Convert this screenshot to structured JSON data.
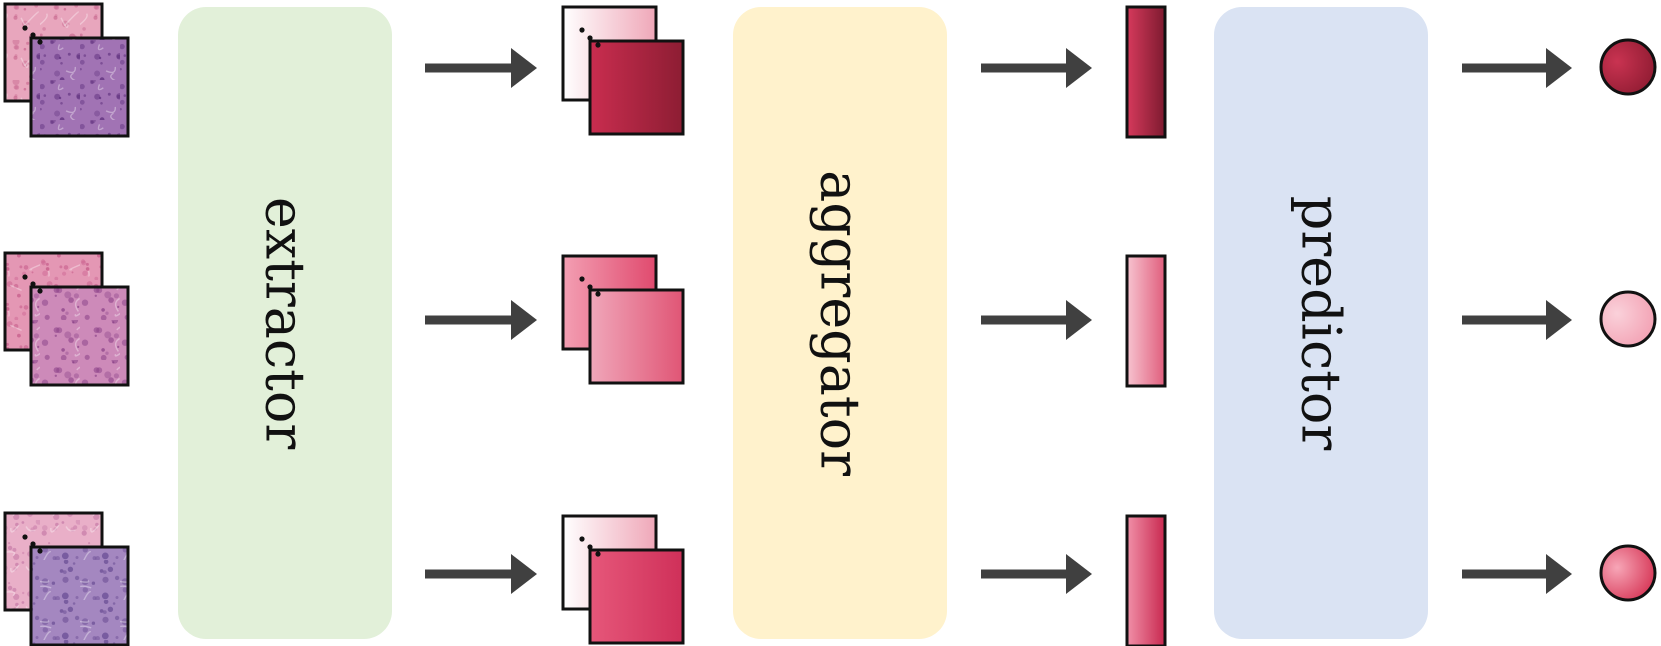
{
  "stages": [
    {
      "id": "extractor",
      "label": "extractor",
      "color": "#e2f0d9"
    },
    {
      "id": "aggregator",
      "label": "aggregator",
      "color": "#fff2cc"
    },
    {
      "id": "predictor",
      "label": "predictor",
      "color": "#dae3f3"
    }
  ],
  "rows": [
    {
      "id": "row-1",
      "tissue_back": {
        "base": "#e8a6bd",
        "texture": "#c96890"
      },
      "tissue_front": {
        "base": "#a173b4",
        "texture": "#5e2f7d"
      },
      "tile_back_gradient": [
        "#ffffff",
        "#efa7b8"
      ],
      "tile_front_gradient": [
        "#c92d4f",
        "#8d1d33"
      ],
      "vector_gradient": [
        "#d63a5c",
        "#7d1a2f"
      ],
      "output_gradient": [
        "#c93351",
        "#8c1a30"
      ]
    },
    {
      "id": "row-2",
      "tissue_back": {
        "base": "#e497b4",
        "texture": "#c45786"
      },
      "tissue_front": {
        "base": "#cd8ab9",
        "texture": "#8a4087"
      },
      "tile_back_gradient": [
        "#f39fb3",
        "#e04a6e"
      ],
      "tile_front_gradient": [
        "#f0a7ba",
        "#e05575"
      ],
      "vector_gradient": [
        "#f7c4d0",
        "#e05d7c"
      ],
      "output_gradient": [
        "#fad1da",
        "#f29db0"
      ]
    },
    {
      "id": "row-3",
      "tissue_back": {
        "base": "#e9afc8",
        "texture": "#c77ba8"
      },
      "tissue_front": {
        "base": "#a487c0",
        "texture": "#6a4d94"
      },
      "tile_back_gradient": [
        "#ffffff",
        "#efa7b8"
      ],
      "tile_front_gradient": [
        "#e6577a",
        "#cf3059"
      ],
      "vector_gradient": [
        "#f190a8",
        "#c8284f"
      ],
      "output_gradient": [
        "#f7a6b7",
        "#d42e4f"
      ]
    }
  ],
  "arrow_color": "#404040"
}
